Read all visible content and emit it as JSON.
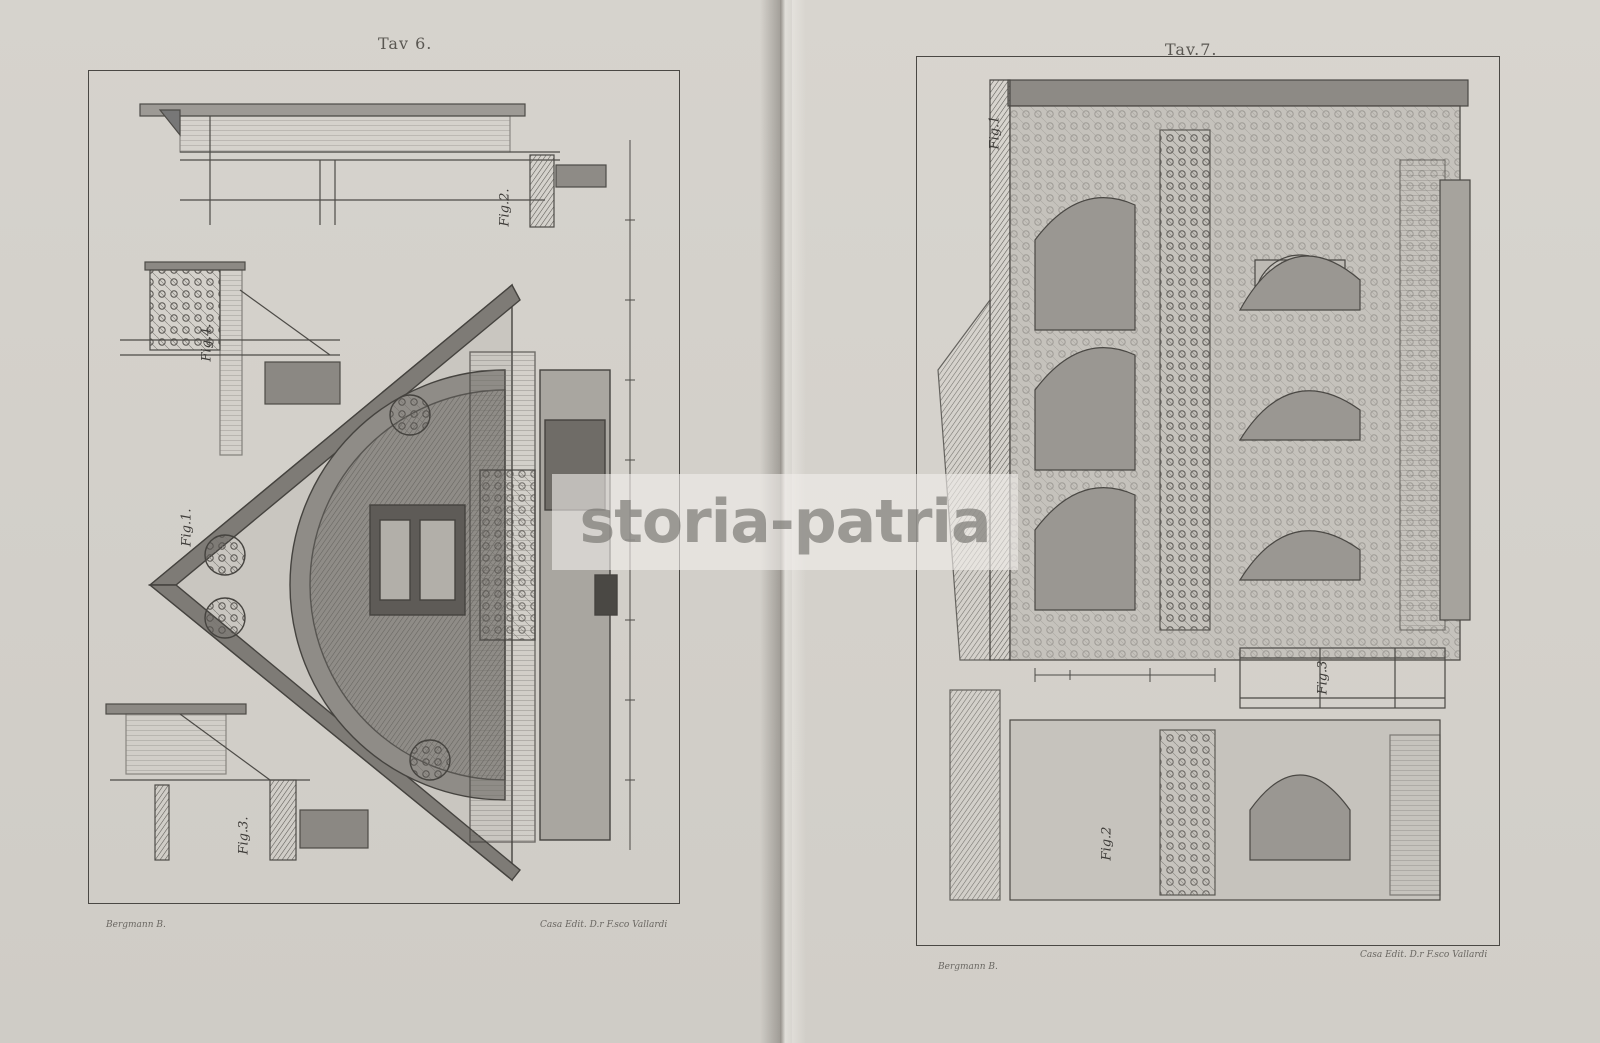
{
  "left_plate": {
    "title": "Tav 6.",
    "figures": [
      "Fig.1.",
      "Fig.2.",
      "Fig.3.",
      "Fig.4."
    ],
    "footer_left": "Bergmann B.",
    "footer_right": "Casa Edit. D.r F.sco Vallardi"
  },
  "right_plate": {
    "title": "Tav.7.",
    "figures": [
      "Fig.1",
      "Fig.2",
      "Fig.3"
    ],
    "footer_left": "Bergmann B.",
    "footer_right": "Casa Edit. D.r F.sco Vallardi"
  },
  "watermark": "storia-patria",
  "colors": {
    "paper": "#d6d3cd",
    "ink": "#4a4844",
    "shade": "#8a8782"
  }
}
